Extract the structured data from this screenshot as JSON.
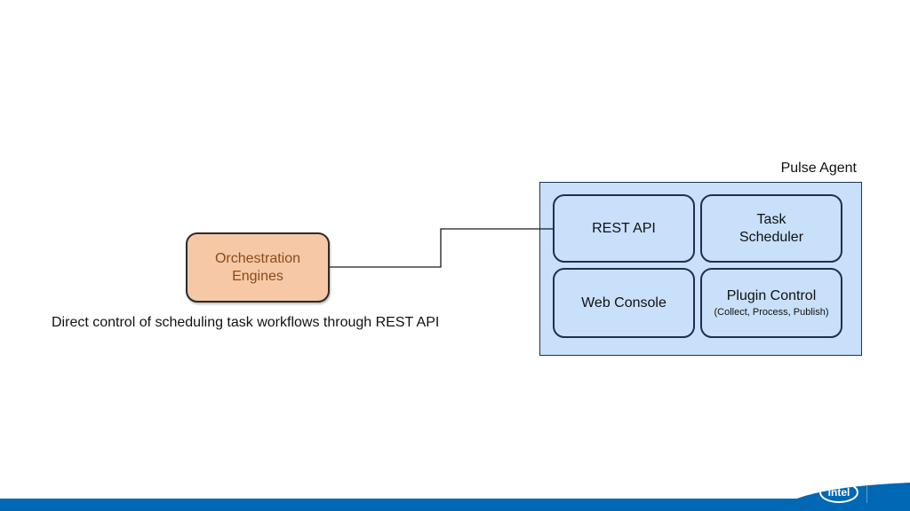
{
  "agent": {
    "title": "Pulse Agent",
    "modules": {
      "rest_api": "REST API",
      "task_scheduler_line1": "Task",
      "task_scheduler_line2": "Scheduler",
      "web_console": "Web Console",
      "plugin_control": "Plugin Control",
      "plugin_control_sub": "(Collect, Process, Publish)"
    }
  },
  "orchestration": {
    "line1": "Orchestration",
    "line2": "Engines"
  },
  "caption": "Direct control of scheduling task workflows through REST API",
  "brand": {
    "logo_text": "intel",
    "color": "#0068b5"
  },
  "colors": {
    "agent_fill": "#c8e0fa",
    "orchestration_fill": "#f7c8a5",
    "orchestration_text": "#8a4a1a"
  }
}
